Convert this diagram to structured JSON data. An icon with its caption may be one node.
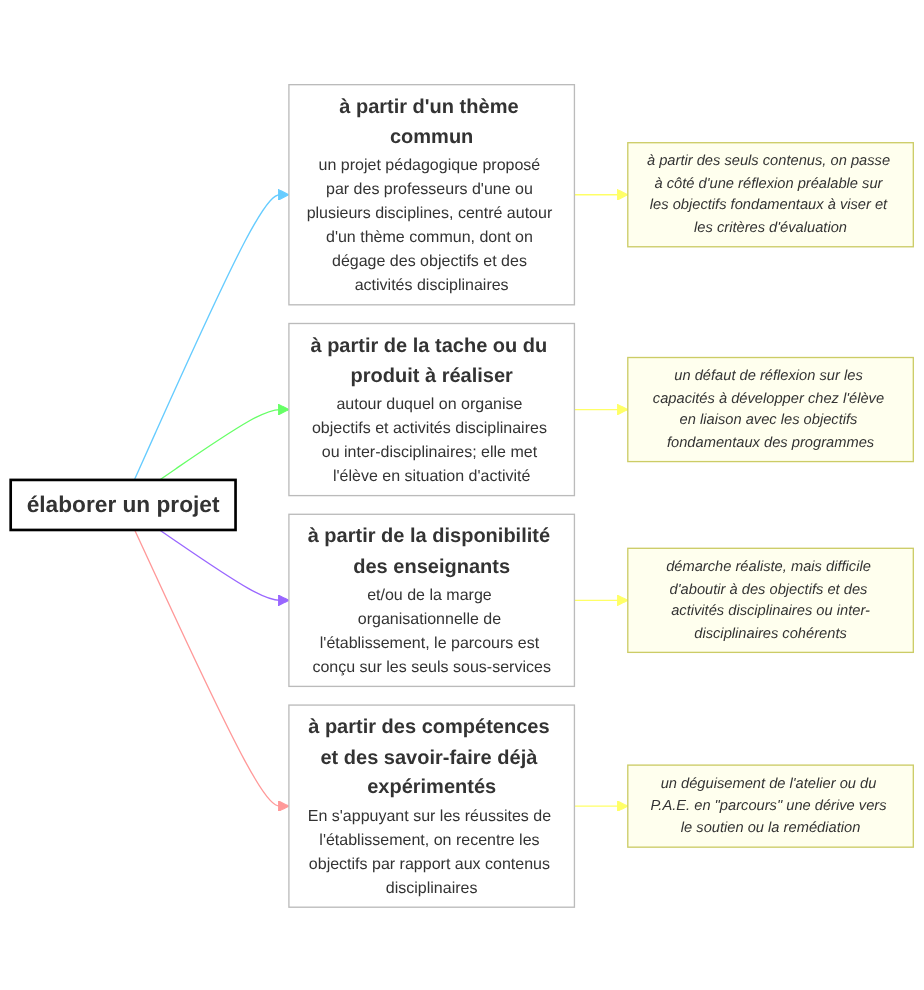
{
  "diagram": {
    "nodes": [
      {
        "text": [
          "élaborer un projet"
        ]
      },
      {
        "text": [
          "à partir d'un thème commun",
          "un projet pédagogique proposé par des professeurs d'une ou plusieurs disciplines, centré autour d'un thème commun, dont on dégage des objectifs et des activités disciplinaires"
        ]
      },
      {
        "text": [
          "à partir de la tache ou du produit à réaliser",
          "autour duquel on organise objectifs et activités disciplinaires ou inter-disciplinaires; elle met l'élève en situation d'activité"
        ]
      },
      {
        "text": [
          "à partir de la disponibilité des enseignants",
          "et/ou de la marge organisationnelle de l'établissement, le parcours est conçu sur les seuls sous-services"
        ]
      },
      {
        "text": [
          "à partir des compétences et des savoir-faire déjà expérimentés",
          "En s'appuyant sur les réussites de l'établissement, on recentre les objectifs par rapport aux contenus disciplinaires"
        ]
      },
      {
        "text": [
          "à partir des seuls contenus, on passe à côté d'une réflexion préalable sur les objectifs fondamentaux à viser et les critères d'évaluation"
        ]
      },
      {
        "text": [
          "un défaut de réflexion sur les capacités à développer chez l'élève en liaison avec les objectifs fondamentaux des programmes"
        ]
      },
      {
        "text": [
          "démarche réaliste, mais difficile d'aboutir à des objectifs et des activités disciplinaires ou inter-disciplinaires cohérents"
        ]
      },
      {
        "text": [
          "un déguisement de l'atelier ou du P.A.E. en \"parcours\" une dérive vers le soutien ou la remédiation"
        ]
      }
    ],
    "edges": [
      {
        "from": 0,
        "to": 1,
        "arrow": "to",
        "color": "#66ccff"
      },
      {
        "from": 0,
        "to": 2,
        "arrow": "to",
        "color": "#66ff66"
      },
      {
        "from": 0,
        "to": 3,
        "arrow": "to",
        "color": "#9966ff"
      },
      {
        "from": 0,
        "to": 4,
        "arrow": "to",
        "color": "#ff9999"
      },
      {
        "from": 1,
        "to": 5,
        "arrow": "to",
        "color": "#ffff66"
      },
      {
        "from": 2,
        "to": 6,
        "arrow": "to",
        "color": "#ffff66"
      },
      {
        "from": 3,
        "to": 7,
        "arrow": "to",
        "color": "#ffff66"
      },
      {
        "from": 4,
        "to": 8,
        "arrow": "to",
        "color": "#ffff66"
      }
    ]
  }
}
